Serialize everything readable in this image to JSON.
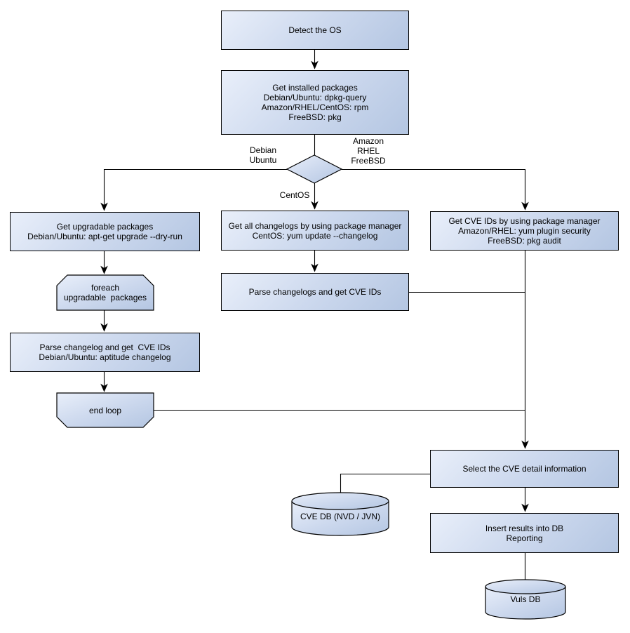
{
  "diagram": {
    "type": "flowchart",
    "colors": {
      "node_fill_light": "#e9effa",
      "node_fill_dark": "#b4c6e2",
      "node_border": "#000000",
      "connector": "#000000",
      "background": "#ffffff",
      "text": "#000000"
    },
    "nodes": {
      "detect_os": {
        "shape": "rect",
        "label": "Detect the OS"
      },
      "get_installed_packages": {
        "shape": "rect",
        "label": "Get installed packages\nDebian/Ubuntu: dpkg-query\nAmazon/RHEL/CentOS: rpm\nFreeBSD: pkg"
      },
      "os_decision": {
        "shape": "diamond",
        "label": ""
      },
      "get_upgradable_packages": {
        "shape": "rect",
        "label": "Get upgradable packages\nDebian/Ubuntu: apt-get upgrade --dry-run"
      },
      "foreach_loop_start": {
        "shape": "loop-start",
        "label": "foreach\nupgradable  packages"
      },
      "parse_changelog": {
        "shape": "rect",
        "label": "Parse changelog and get  CVE IDs\nDebian/Ubuntu: aptitude changelog"
      },
      "end_loop": {
        "shape": "loop-end",
        "label": "end loop"
      },
      "get_all_changelogs": {
        "shape": "rect",
        "label": "Get all changelogs by using package manager\nCentOS: yum update --changelog"
      },
      "parse_changelogs": {
        "shape": "rect",
        "label": "Parse changelogs and get CVE IDs"
      },
      "get_cve_ids": {
        "shape": "rect",
        "label": "Get CVE IDs by using package manager\nAmazon/RHEL: yum plugin security\nFreeBSD: pkg audit"
      },
      "select_cve_detail": {
        "shape": "rect",
        "label": "Select the CVE detail information"
      },
      "cve_db": {
        "shape": "cylinder",
        "label": "CVE DB (NVD / JVN)"
      },
      "insert_results": {
        "shape": "rect",
        "label": "Insert results into DB\nReporting"
      },
      "vuls_db": {
        "shape": "cylinder",
        "label": "Vuls DB"
      }
    },
    "edge_labels": {
      "debian_ubuntu": "Debian\nUbuntu",
      "amazon_rhel_freebsd": "Amazon\nRHEL\nFreeBSD",
      "centos": "CentOS"
    }
  }
}
